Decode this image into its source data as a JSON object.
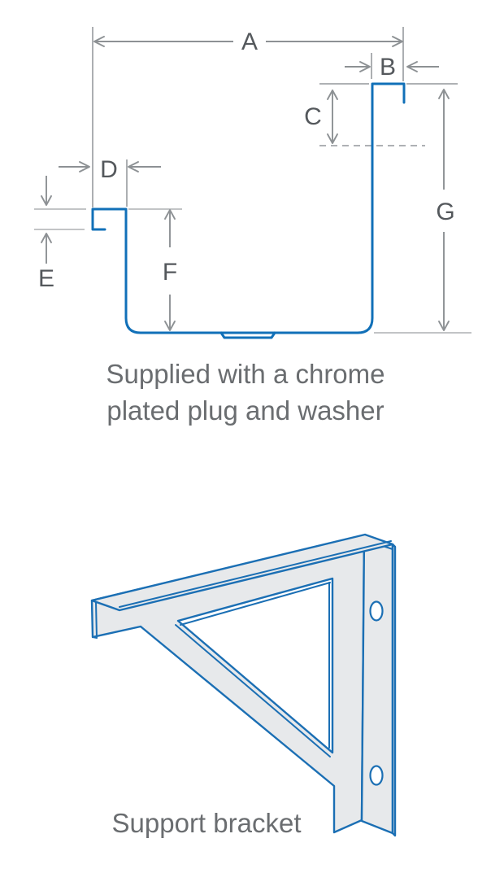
{
  "colors": {
    "profile_blue": "#1170b8",
    "bracket_blue": "#1b6fb4",
    "bracket_fill": "#e7e9eb",
    "dim_line_gray": "#a3a6a9",
    "arrow_gray": "#8d9194",
    "dim_label_gray": "#54585c",
    "caption_gray": "#6a6d70"
  },
  "profile_diagram": {
    "dimension_labels": {
      "A": "A",
      "B": "B",
      "C": "C",
      "D": "D",
      "E": "E",
      "F": "F",
      "G": "G"
    },
    "caption_line1": "Supplied with a chrome",
    "caption_line2": "plated plug and washer"
  },
  "bracket_diagram": {
    "caption": "Support bracket"
  }
}
